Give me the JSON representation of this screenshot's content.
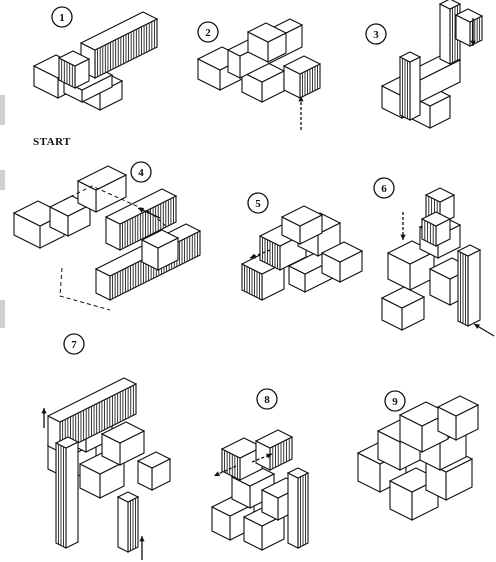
{
  "start_label": "START",
  "steps": [
    {
      "number": "1"
    },
    {
      "number": "2"
    },
    {
      "number": "3"
    },
    {
      "number": "4"
    },
    {
      "number": "5"
    },
    {
      "number": "6"
    },
    {
      "number": "7"
    },
    {
      "number": "8"
    },
    {
      "number": "9"
    }
  ],
  "colors": {
    "ink": "#111111",
    "paper": "#ffffff",
    "hatch": "#222222"
  }
}
